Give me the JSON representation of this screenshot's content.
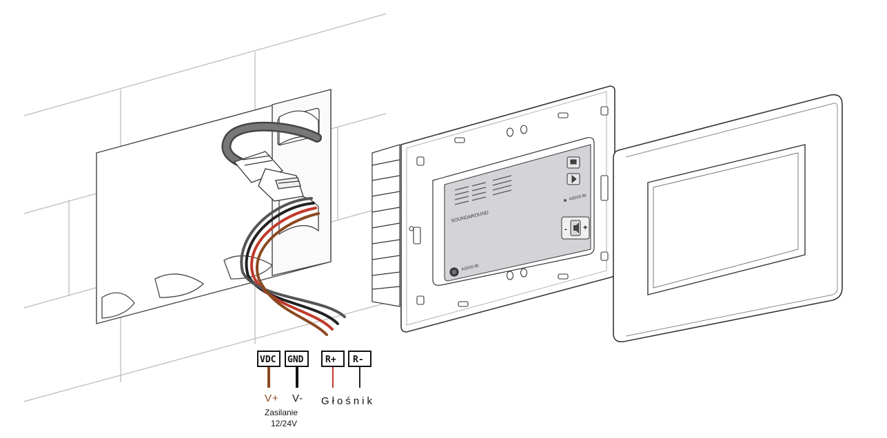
{
  "device": {
    "brand_text": "SOUNDAROUND",
    "model_text": "AS020-BI",
    "volume_minus": "-",
    "volume_plus": "+"
  },
  "terminals": [
    {
      "id": "vdc",
      "label": "VDC",
      "wire_color": "#8a4a22"
    },
    {
      "id": "gnd",
      "label": "GND",
      "wire_color": "#111111"
    },
    {
      "id": "rplus",
      "label": "R+",
      "wire_color": "#c0392b"
    },
    {
      "id": "rminus",
      "label": "R-",
      "wire_color": "#333333"
    }
  ],
  "captions": {
    "v_plus": "V+",
    "v_minus": "V-",
    "speaker": "Głośnik",
    "power_line1": "Zasilanie",
    "power_line2": "12/24V"
  },
  "colors": {
    "line": "#333333",
    "panel_gray": "#d4d4d8",
    "wire_brown": "#8a4a22",
    "wire_red": "#c0392b",
    "wire_black": "#222222",
    "wire_gray": "#666666",
    "cable_gray": "#555555"
  }
}
